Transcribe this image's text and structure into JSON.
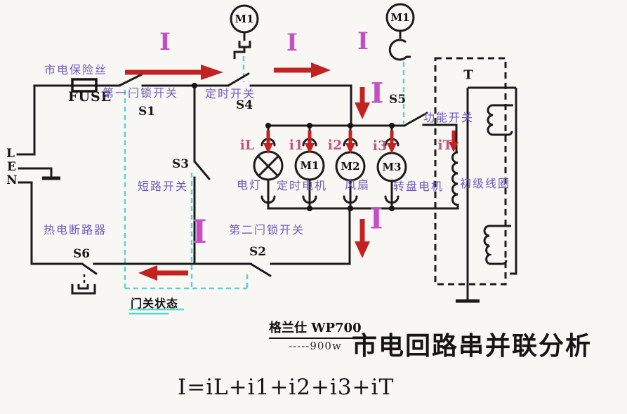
{
  "diagram": {
    "brand": "格兰仕 WP700",
    "power": "-----900w",
    "title": "市电回路串并联分析",
    "formula": "I=iL+i1+i2+i3+iT"
  },
  "terminals": {
    "live": "L",
    "earth": "E",
    "neutral": "N"
  },
  "fuse": {
    "id": "FUSE",
    "name": "市电保险丝"
  },
  "switches": {
    "s1": {
      "id": "S1",
      "name": "第一闩锁开关"
    },
    "s2": {
      "id": "S2",
      "name": "第二闩锁开关"
    },
    "s3": {
      "id": "S3",
      "name": "短路开关"
    },
    "s4": {
      "id": "S4",
      "name": "定时开关"
    },
    "s5": {
      "id": "S5",
      "name": "功能开关"
    },
    "s6": {
      "id": "S6",
      "name": "热电断路器"
    }
  },
  "door_state": {
    "label": "门关状态"
  },
  "loads": {
    "lamp": {
      "label": "电灯",
      "current": "iL"
    },
    "timer_motor": {
      "label": "定时电机",
      "current": "i1",
      "symbol": "M1"
    },
    "fan": {
      "label": "风扇",
      "current": "i2",
      "symbol": "M2"
    },
    "turntable_motor": {
      "label": "转盘电机",
      "current": "i3",
      "symbol": "M3"
    },
    "primary_coil": {
      "label": "初级线圈",
      "current": "iT"
    }
  },
  "motors_top": {
    "timer_motor": "M1",
    "function_motor": "M1"
  },
  "transformer": {
    "id": "T"
  },
  "current_marker": "I",
  "colors": {
    "wire": "#1b1b1b",
    "arrow_red": "#c32222",
    "current_magenta": "#c44fc4",
    "label_purple": "#6e5abe",
    "label_pink": "#c2557f",
    "door_link_cyan": "#59d6cc"
  }
}
